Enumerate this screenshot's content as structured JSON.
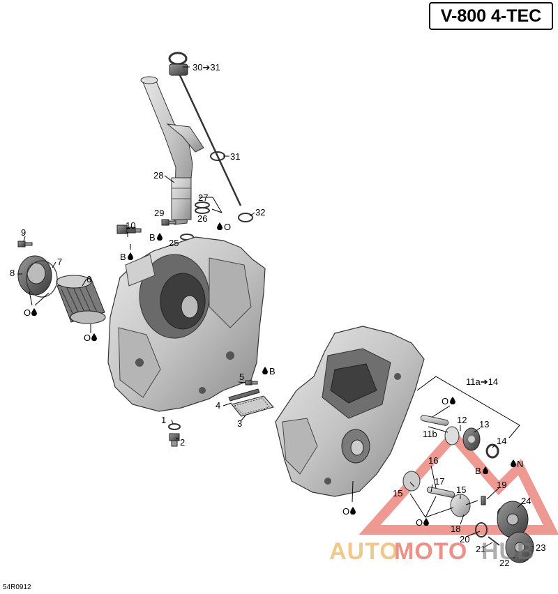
{
  "model_title": "V-800 4-TEC",
  "reference_code": "54R0912",
  "watermark": {
    "part1": "AUTO",
    "part2": "MOTO",
    "part3": "HUB",
    "accent": "#e0473a",
    "gold": "#e8a53a"
  },
  "callouts": {
    "c1": "1",
    "c2": "2",
    "c3": "3",
    "c4": "4",
    "c5": "5",
    "c6": "6",
    "c7": "7",
    "c8": "8",
    "c9": "9",
    "c10": "10",
    "c11a_14": "11a➔14",
    "c11b": "11b",
    "c12": "12",
    "c13": "13",
    "c14": "14",
    "c15a": "15",
    "c15b": "15",
    "c16": "16",
    "c17": "17",
    "c18": "18",
    "c19": "19",
    "c20": "20",
    "c21": "21",
    "c22": "22",
    "c23": "23",
    "c24": "24",
    "c25": "25",
    "c26": "26",
    "c27": "27",
    "c28": "28",
    "c29": "29",
    "c30_31": "30➔31",
    "c31": "31",
    "c32": "32"
  },
  "lubricants": {
    "o_oil": "O",
    "b_grease": "B",
    "n_lube": "N"
  }
}
